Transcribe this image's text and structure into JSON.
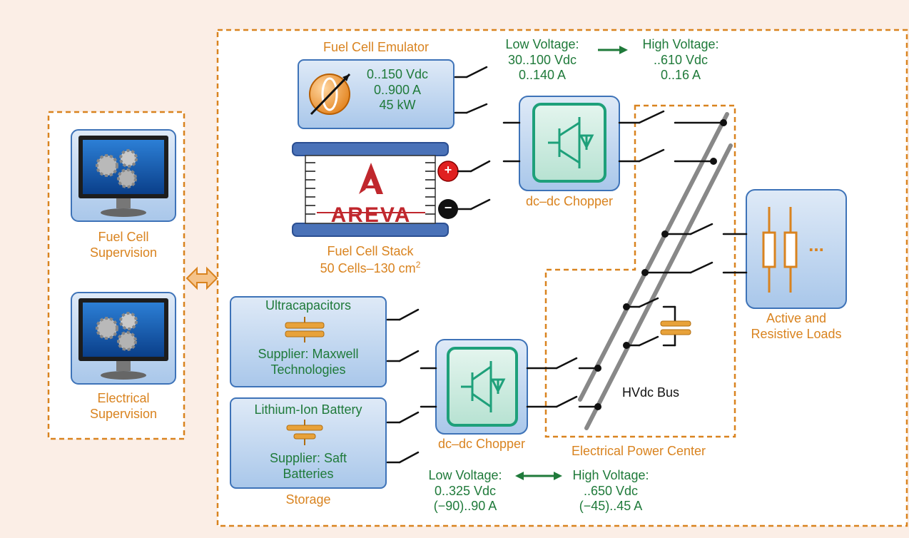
{
  "colors": {
    "background": "#fbeee6",
    "orange": "#d9831f",
    "green": "#1f7a3a",
    "panel_blue": "#b9d3ee",
    "chopper_green": "#1ea07a"
  },
  "supervision": {
    "fuel_cell": [
      "Fuel Cell",
      "Supervision"
    ],
    "electrical": [
      "Electrical",
      "Supervision"
    ]
  },
  "emulator": {
    "title": "Fuel Cell Emulator",
    "specs": [
      "0..150 Vdc",
      "0..900 A",
      "45 kW"
    ]
  },
  "stack": {
    "logo_text": "AREVA",
    "title": "Fuel Cell Stack",
    "subtitle_base": "50 Cells–130 cm",
    "subtitle_sup": "2",
    "plus": "+",
    "minus": "−"
  },
  "top_voltage": {
    "low": [
      "Low Voltage:",
      "30..100 Vdc",
      "0..140 A"
    ],
    "high": [
      "High Voltage:",
      "..610 Vdc",
      "0..16 A"
    ]
  },
  "chopper_top": "dc–dc Chopper",
  "chopper_bottom": "dc–dc Chopper",
  "ultracap": {
    "title": "Ultracapacitors",
    "supplier": [
      "Supplier: Maxwell",
      "Technologies"
    ]
  },
  "battery": {
    "title": "Lithium-Ion Battery",
    "supplier": [
      "Supplier: Saft",
      "Batteries"
    ]
  },
  "storage_label": "Storage",
  "bottom_voltage": {
    "low": [
      "Low Voltage:",
      "0..325 Vdc",
      "(−90)..90 A"
    ],
    "high": [
      "High Voltage:",
      "..650 Vdc",
      "(−45)..45 A"
    ]
  },
  "hvdc_bus": "HVdc Bus",
  "power_center": "Electrical Power Center",
  "loads": [
    "Active and",
    "Resistive Loads"
  ],
  "loads_ellipsis": "..."
}
